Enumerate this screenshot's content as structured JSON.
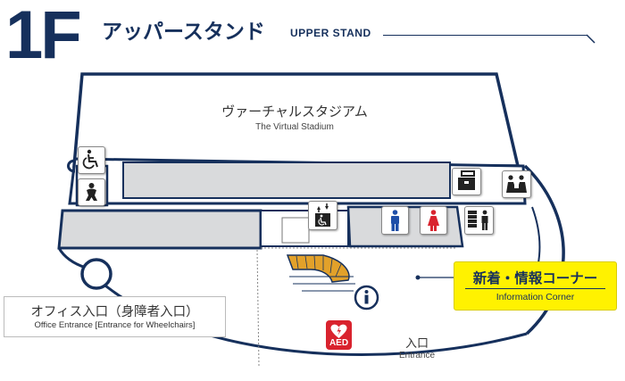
{
  "header": {
    "floor": "1F",
    "title_jp": "アッパースタンド",
    "title_en": "UPPER STAND"
  },
  "venue": {
    "name_jp": "ヴァーチャルスタジアム",
    "name_en": "The Virtual Stadium"
  },
  "office_entrance": {
    "label_jp": "オフィス入口（身障者入口）",
    "label_en": "Office Entrance [Entrance for Wheelchairs]"
  },
  "information_corner": {
    "label_jp": "新着・情報コーナー",
    "label_en": "Information Corner"
  },
  "entrance": {
    "label_jp": "入口",
    "label_en": "Entrance"
  },
  "aed": {
    "label": "AED"
  },
  "icons": [
    "wheelchair-icon",
    "baby-changing-icon",
    "elevator-icon",
    "male-restroom-icon",
    "female-restroom-icon",
    "multipurpose-restroom-icon",
    "locker-icon",
    "nursing-room-icon",
    "information-icon",
    "aed-icon"
  ],
  "colors": {
    "navy": "#16305c",
    "wall_fill": "#d9dadc",
    "info_highlight": "#fff200",
    "male_blue": "#1f4fa8",
    "female_red": "#d9232e",
    "aed_red": "#d9232e",
    "stairs_gold": "#e2a12a"
  }
}
